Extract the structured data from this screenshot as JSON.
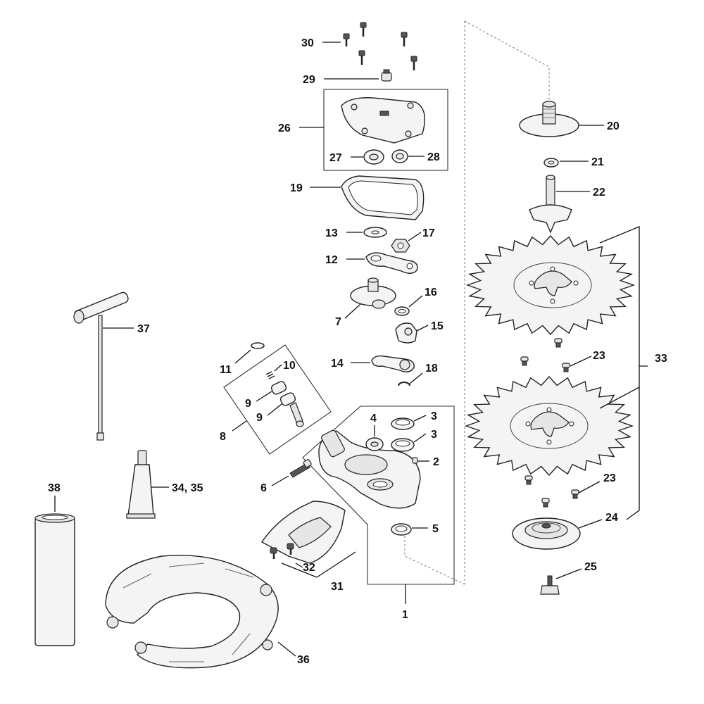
{
  "diagram": {
    "labels": {
      "p1": "1",
      "p2": "2",
      "p3a": "3",
      "p3b": "3",
      "p4": "4",
      "p5": "5",
      "p6": "6",
      "p7": "7",
      "p8": "8",
      "p9a": "9",
      "p9b": "9",
      "p10": "10",
      "p11": "11",
      "p12": "12",
      "p13": "13",
      "p14": "14",
      "p15": "15",
      "p16": "16",
      "p17": "17",
      "p18": "18",
      "p19": "19",
      "p20": "20",
      "p21": "21",
      "p22": "22",
      "p23a": "23",
      "p23b": "23",
      "p24": "24",
      "p25": "25",
      "p26": "26",
      "p27": "27",
      "p28": "28",
      "p29": "29",
      "p30": "30",
      "p31": "31",
      "p32": "32",
      "p33": "33",
      "p34_35": "34, 35",
      "p36": "36",
      "p37": "37",
      "p38": "38"
    }
  }
}
